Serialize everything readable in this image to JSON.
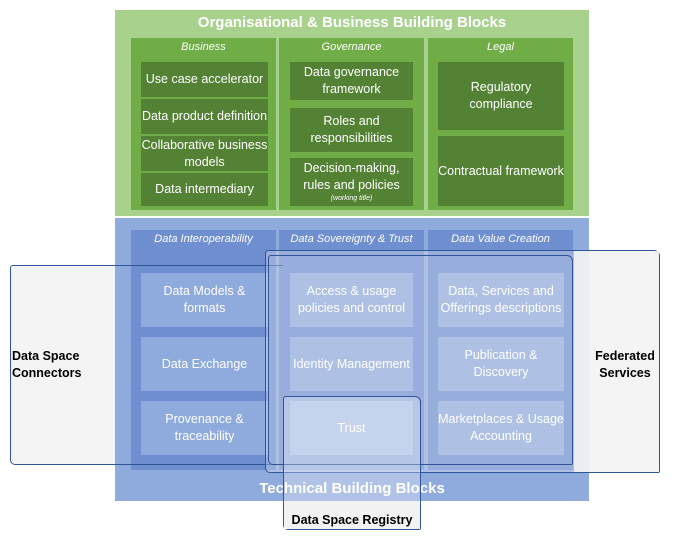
{
  "organisational": {
    "title": "Organisational & Business Building Blocks",
    "columns": [
      {
        "label": "Business",
        "items": [
          "Use case accelerator",
          "Data product definition",
          "Collaborative business models",
          "Data intermediary"
        ]
      },
      {
        "label": "Governance",
        "items": [
          "Data governance framework",
          "Roles and responsibilities",
          "Decision-making, rules and policies"
        ],
        "note": "(working title)"
      },
      {
        "label": "Legal",
        "items": [
          "Regulatory compliance",
          "Contractual framework"
        ]
      }
    ]
  },
  "technical": {
    "title": "Technical Building Blocks",
    "columns": [
      {
        "label": "Data Interoperability",
        "items": [
          "Data Models & formats",
          "Data Exchange",
          "Provenance & traceability"
        ]
      },
      {
        "label": "Data Sovereignty & Trust",
        "items": [
          "Access & usage policies and control",
          "Identity Management",
          "Trust"
        ]
      },
      {
        "label": "Data Value Creation",
        "items": [
          "Data, Services and Offerings descriptions",
          "Publication & Discovery",
          "Marketplaces & Usage Accounting"
        ]
      }
    ]
  },
  "overlays": {
    "connectors": "Data Space Connectors",
    "federated": "Federated Services",
    "registry": "Data Space Registry"
  },
  "colors": {
    "green_outer": "#a9d18e",
    "green_col": "#70ad47",
    "green_box": "#548235",
    "blue_outer": "#8faadc",
    "blue_col": "#6f8fd0",
    "outline": "#2f5597"
  }
}
